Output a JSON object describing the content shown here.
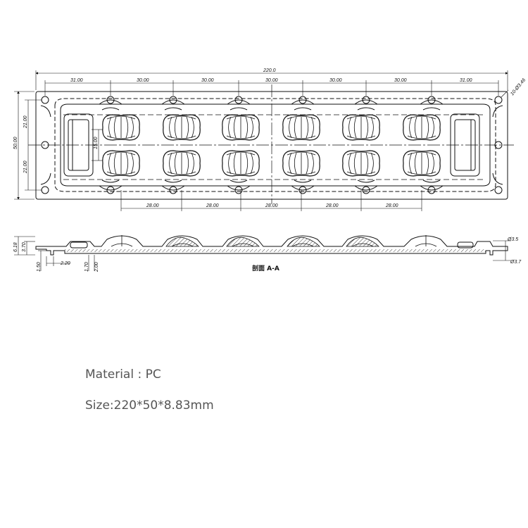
{
  "drawing": {
    "overall_length": "220.0",
    "top_pitches": [
      "31.00",
      "30.00",
      "30.00",
      "30.00",
      "30.00",
      "30.00",
      "31.00"
    ],
    "bottom_pitches": [
      "28.00",
      "28.00",
      "28.00",
      "28.00",
      "28.00"
    ],
    "height": "50.00",
    "half_upper": "21.00",
    "half_lower": "21.00",
    "inner_height": "15.00",
    "hole_note": "10-Ø3.46",
    "section_dims": {
      "left_total": "6.18",
      "left_step": "3.70",
      "left_low": "1.50",
      "left_width": "2.20",
      "mid_a": "1.70",
      "mid_b": "2.00",
      "right_upper": "Ø3.5",
      "right_lower": "Ø3.7"
    },
    "section_label": "剖面  A-A"
  },
  "specs": {
    "material": "Material : PC",
    "size": "Size:220*50*8.83mm"
  },
  "colors": {
    "line": "#111111",
    "text": "#555555",
    "background": "#ffffff"
  }
}
